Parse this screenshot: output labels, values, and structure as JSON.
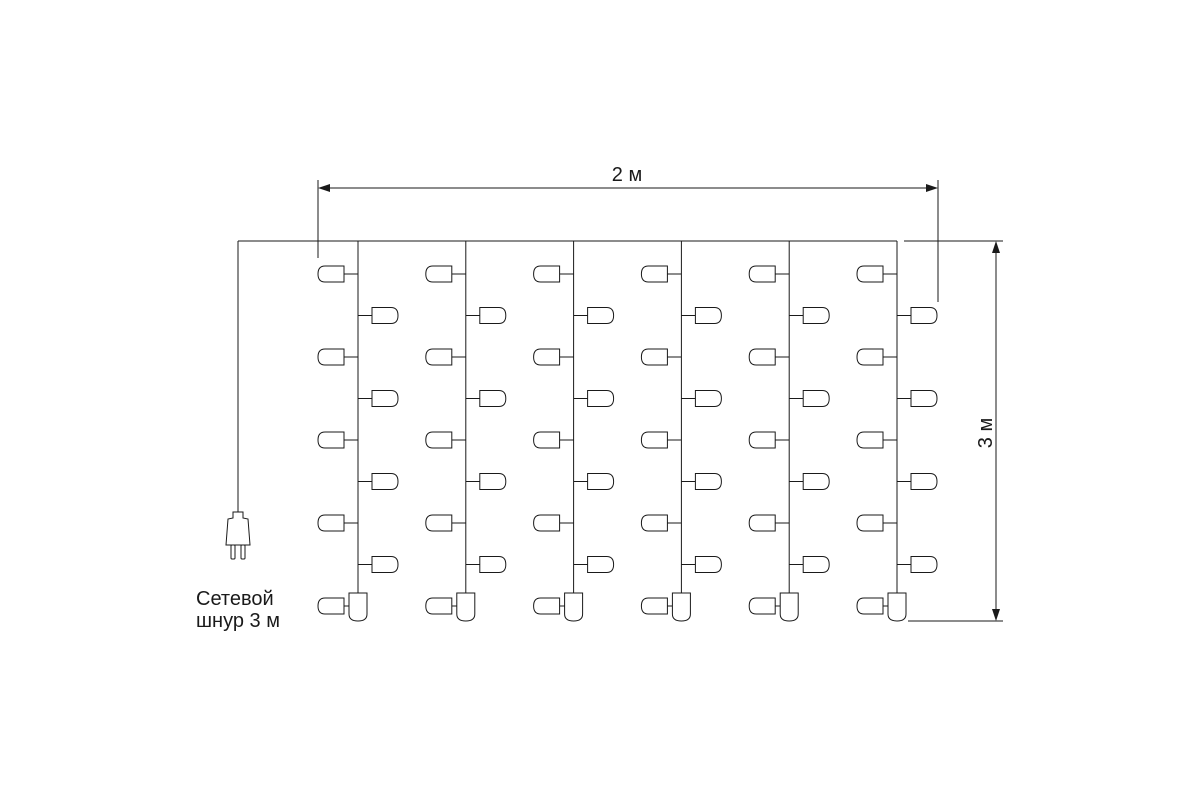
{
  "diagram": {
    "width_label": "2 м",
    "height_label": "3 м",
    "cord_label_line1": "Сетевой",
    "cord_label_line2": "шнур 3 м",
    "strands": 6,
    "side_bulbs_per_strand": 9,
    "colors": {
      "ink": "#1a1a1a",
      "background": "#ffffff"
    }
  }
}
